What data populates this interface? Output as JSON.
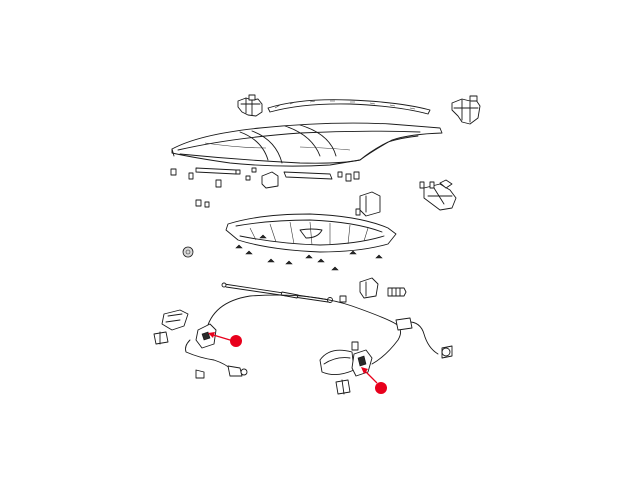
{
  "diagram": {
    "callouts": [
      {
        "id": "callout-1",
        "target": "latch"
      },
      {
        "id": "callout-2",
        "target": "latch"
      }
    ],
    "colors": {
      "line": "#1a1a1a",
      "callout": "#e8001c",
      "background": "#ffffff"
    }
  }
}
